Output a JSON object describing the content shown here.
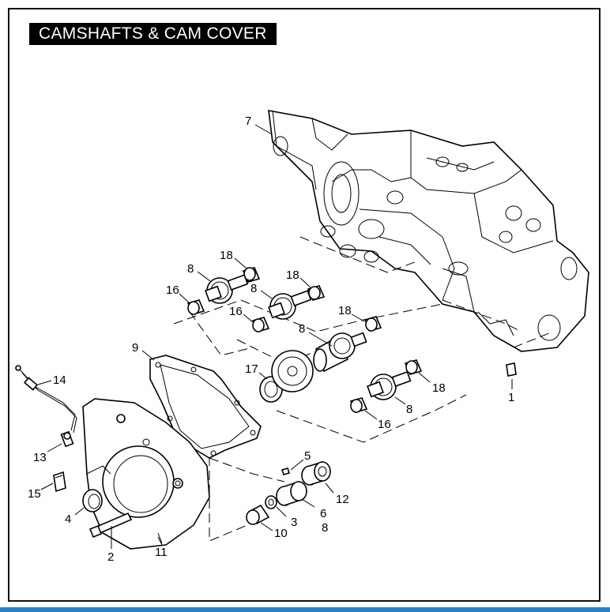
{
  "title": "CAMSHAFTS & CAM COVER",
  "callouts": [
    "7",
    "18",
    "8",
    "16",
    "18",
    "8",
    "16",
    "18",
    "8",
    "9",
    "17",
    "14",
    "18",
    "1",
    "8",
    "16",
    "13",
    "5",
    "15",
    "12",
    "4",
    "3",
    "6",
    "8",
    "10",
    "2",
    "11"
  ],
  "colors": {
    "line": "#000000",
    "background": "#ffffff",
    "title_bg": "#000000",
    "title_text": "#ffffff",
    "bottom_bar": "#2f7fc4"
  }
}
